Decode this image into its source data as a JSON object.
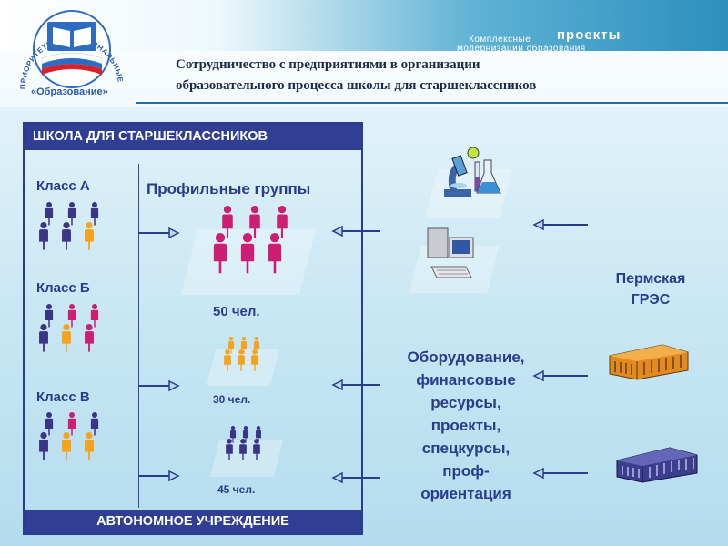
{
  "header": {
    "title": "Сотрудничество с предприятиями в организации\nобразовательного процесса школы для старшеклассников",
    "tagline_small": "Комплексные",
    "tagline_big": "проекты",
    "tagline_sub": "модернизации образования",
    "logo_arc_text": "ПРИОРИТЕТНЫЕ НАЦИОНАЛЬНЫЕ ПРОЕКТЫ",
    "logo_caption": "«Образование»"
  },
  "school": {
    "title": "ШКОЛА ДЛЯ СТАРШЕКЛАССНИКОВ",
    "footer": "АВТОНОМНОЕ УЧРЕЖДЕНИЕ",
    "classes": [
      {
        "label": "Класс А"
      },
      {
        "label": "Класс Б"
      },
      {
        "label": "Класс В"
      }
    ],
    "groups_label": "Профильные группы",
    "groups": [
      {
        "count": "50 чел."
      },
      {
        "count": "30 чел."
      },
      {
        "count": "45 чел."
      }
    ]
  },
  "resources": "Оборудование,\nфинансовые\nресурсы,\nпроекты,\nспецкурсы,\nпроф-\nориентация",
  "company": "Пермская\nГРЭС",
  "colors": {
    "navy": "#303f93",
    "magenta": "#cc1f74",
    "orange": "#f7a21b",
    "purple": "#3b3585",
    "text_blue": "#2a3c8c"
  }
}
